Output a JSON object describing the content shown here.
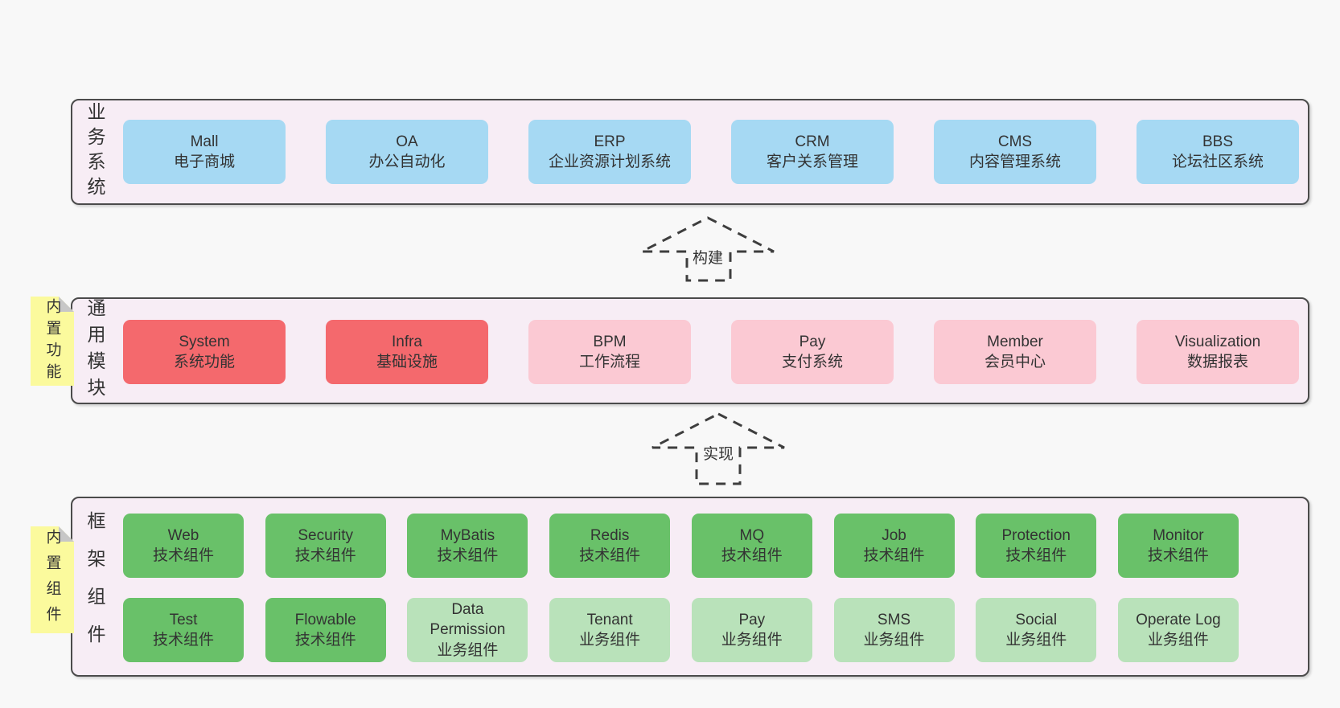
{
  "colors": {
    "page_bg": "#f8f8f8",
    "band_bg": "#f7edf5",
    "band_border": "#4b4b4b",
    "node_blue": "#a6d9f3",
    "node_red": "#f4696d",
    "node_pink": "#fbc9d3",
    "node_green": "#69c169",
    "node_green_light": "#b9e2ba",
    "sticky_yellow": "#fbfa9d",
    "sticky_fold_gray": "#c7c7c7",
    "arrow_stroke": "#3e3e3e",
    "text": "#333333"
  },
  "arrows": [
    {
      "label": "构建"
    },
    {
      "label": "实现"
    }
  ],
  "bands": [
    {
      "label": "业务系统",
      "rows": [
        [
          {
            "name": "Mall",
            "desc": "电子商城",
            "variant": "blue"
          },
          {
            "name": "OA",
            "desc": "办公自动化",
            "variant": "blue"
          },
          {
            "name": "ERP",
            "desc": "企业资源计划系统",
            "variant": "blue"
          },
          {
            "name": "CRM",
            "desc": "客户关系管理",
            "variant": "blue"
          },
          {
            "name": "CMS",
            "desc": "内容管理系统",
            "variant": "blue"
          },
          {
            "name": "BBS",
            "desc": "论坛社区系统",
            "variant": "blue"
          }
        ]
      ]
    },
    {
      "label": "通用模块",
      "sticky": "内置功能",
      "rows": [
        [
          {
            "name": "System",
            "desc": "系统功能",
            "variant": "red"
          },
          {
            "name": "Infra",
            "desc": "基础设施",
            "variant": "red"
          },
          {
            "name": "BPM",
            "desc": "工作流程",
            "variant": "pink"
          },
          {
            "name": "Pay",
            "desc": "支付系统",
            "variant": "pink"
          },
          {
            "name": "Member",
            "desc": "会员中心",
            "variant": "pink"
          },
          {
            "name": "Visualization",
            "desc": "数据报表",
            "variant": "pink"
          }
        ]
      ]
    },
    {
      "label": "框架组件",
      "sticky": "内置组件",
      "rows": [
        [
          {
            "name": "Web",
            "desc": "技术组件",
            "variant": "green"
          },
          {
            "name": "Security",
            "desc": "技术组件",
            "variant": "green"
          },
          {
            "name": "MyBatis",
            "desc": "技术组件",
            "variant": "green"
          },
          {
            "name": "Redis",
            "desc": "技术组件",
            "variant": "green"
          },
          {
            "name": "MQ",
            "desc": "技术组件",
            "variant": "green"
          },
          {
            "name": "Job",
            "desc": "技术组件",
            "variant": "green"
          },
          {
            "name": "Protection",
            "desc": "技术组件",
            "variant": "green"
          },
          {
            "name": "Monitor",
            "desc": "技术组件",
            "variant": "green"
          }
        ],
        [
          {
            "name": "Test",
            "desc": "技术组件",
            "variant": "green"
          },
          {
            "name": "Flowable",
            "desc": "技术组件",
            "variant": "green"
          },
          {
            "name": "Data Permission",
            "desc": "业务组件",
            "variant": "green-light"
          },
          {
            "name": "Tenant",
            "desc": "业务组件",
            "variant": "green-light"
          },
          {
            "name": "Pay",
            "desc": "业务组件",
            "variant": "green-light"
          },
          {
            "name": "SMS",
            "desc": "业务组件",
            "variant": "green-light"
          },
          {
            "name": "Social",
            "desc": "业务组件",
            "variant": "green-light"
          },
          {
            "name": "Operate Log",
            "desc": "业务组件",
            "variant": "green-light"
          }
        ]
      ]
    }
  ]
}
